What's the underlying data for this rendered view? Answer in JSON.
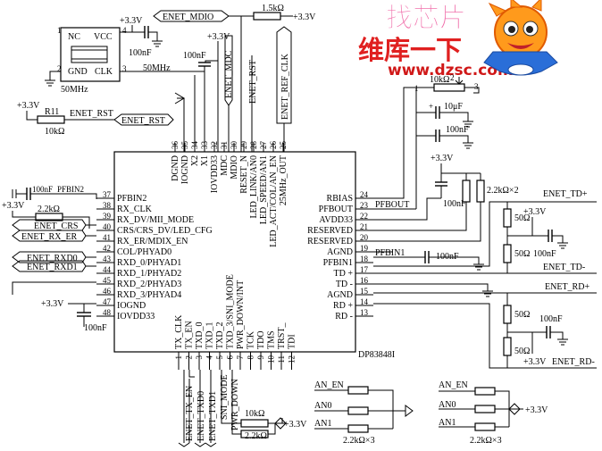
{
  "chip": {
    "name": "DP83848I",
    "left_pins": [
      {
        "num": "37",
        "label": "PFBIN2"
      },
      {
        "num": "38",
        "label": "RX_CLK"
      },
      {
        "num": "39",
        "label": "RX_DV/MII_MODE"
      },
      {
        "num": "40",
        "label": "CRS/CRS_DV/LED_CFG"
      },
      {
        "num": "41",
        "label": "RX_ER/MDIX_EN"
      },
      {
        "num": "42",
        "label": "COL/PHYAD0"
      },
      {
        "num": "43",
        "label": "RXD_0/PHYAD1"
      },
      {
        "num": "44",
        "label": "RXD_1/PHYAD2"
      },
      {
        "num": "45",
        "label": "RXD_2/PHYAD3"
      },
      {
        "num": "46",
        "label": "RXD_3/PHYAD4"
      },
      {
        "num": "47",
        "label": "IOGND"
      },
      {
        "num": "48",
        "label": "IOVDD33"
      }
    ],
    "right_pins": [
      {
        "num": "24",
        "label": "RBIAS"
      },
      {
        "num": "23",
        "label": "PFBOUT"
      },
      {
        "num": "22",
        "label": "AVDD33"
      },
      {
        "num": "21",
        "label": "RESERVED"
      },
      {
        "num": "20",
        "label": "RESERVED"
      },
      {
        "num": "19",
        "label": "AGND"
      },
      {
        "num": "18",
        "label": "PFBIN1"
      },
      {
        "num": "17",
        "label": "TD +"
      },
      {
        "num": "16",
        "label": "TD -"
      },
      {
        "num": "15",
        "label": "AGND"
      },
      {
        "num": "14",
        "label": "RD +"
      },
      {
        "num": "13",
        "label": "RD -"
      }
    ],
    "top_pins": [
      {
        "num": "36",
        "label": "DGND"
      },
      {
        "num": "35",
        "label": "IOGND"
      },
      {
        "num": "34",
        "label": "X2"
      },
      {
        "num": "33",
        "label": "X1"
      },
      {
        "num": "32",
        "label": "IOVDD33"
      },
      {
        "num": "31",
        "label": "MDC"
      },
      {
        "num": "30",
        "label": "MDIO"
      },
      {
        "num": "29",
        "label": "RESET_N"
      },
      {
        "num": "28",
        "label": "LED_LINK/AN0"
      },
      {
        "num": "27",
        "label": "LED_SPEED/AN1"
      },
      {
        "num": "26",
        "label": "LED_ACT/COL/AN_EN"
      },
      {
        "num": "25",
        "label": "25MHz_OUT"
      }
    ],
    "bottom_pins": [
      {
        "num": "1",
        "label": "TX_CLK"
      },
      {
        "num": "2",
        "label": "TX_EN"
      },
      {
        "num": "3",
        "label": "TXD_0"
      },
      {
        "num": "4",
        "label": "TXD_1"
      },
      {
        "num": "5",
        "label": "TXD_2"
      },
      {
        "num": "6",
        "label": "TXD_3/SNI_MODE"
      },
      {
        "num": "7",
        "label": "PWR_DOWN/INT"
      },
      {
        "num": "8",
        "label": "TCK"
      },
      {
        "num": "9",
        "label": "TDO"
      },
      {
        "num": "10",
        "label": "TMS"
      },
      {
        "num": "11",
        "label": "TRST_"
      },
      {
        "num": "12",
        "label": "TDI"
      }
    ]
  },
  "oscillator": {
    "pin1": "1",
    "pin2": "2",
    "pin3": "3",
    "pin4": "4",
    "nc": "NC",
    "vcc": "VCC",
    "gnd": "GND",
    "clk": "CLK",
    "freq_below": "50MHz",
    "freq_out": "50MHz",
    "cap": "100nF"
  },
  "net_labels": {
    "enet_mdio": "ENET_MDIO",
    "enet_mdc": "ENET_MDC",
    "enet_rst_v": "ENET_RST",
    "enet_ref_clk": "ENET_REF_CLK",
    "enet_rst": "ENET_RST",
    "enet_crs": "ENET_CRS",
    "enet_rx_er": "ENET_RX_ER",
    "enet_rxd0": "ENET_RXD0",
    "enet_rxd1": "ENET_RXD1",
    "enet_td_plus": "ENET_TD+",
    "enet_td_minus": "ENET_TD-",
    "enet_rd_plus": "ENET_RD+",
    "enet_rd_minus": "ENET_RD-",
    "enet_tx_en": "ENET_TX_EN",
    "enet_txd0": "ENET_TXD0",
    "enet_txd1": "ENET_TXD1",
    "sni_mode": "SNI_MODE",
    "pwr_down": "PWR_DOWN",
    "pfbout": "PFBOUT",
    "pfbin1": "PFBIN1",
    "pfbin2": "PFBIN2",
    "r11_net": "ENET_RST",
    "an_en": "AN_EN",
    "an0": "AN0",
    "an1": "AN1",
    "an_en_b": "AN_EN",
    "an0_b": "AN0",
    "an1_b": "AN1"
  },
  "components": {
    "vcc": "+3.3V",
    "r_top": "1.5kΩ",
    "r11": "R11",
    "r11_val": "10kΩ",
    "r_crs": "2.2kΩ",
    "pot": "10kΩ",
    "pot_pin1": "1",
    "pot_pin2": "2",
    "pot_pin3": "3",
    "c_10uf": "10μF",
    "c_100nf": "100nF",
    "r_pair": "2.2kΩ×2",
    "r50": "50Ω",
    "r_an": "2.2kΩ×3",
    "r_pd1": "10kΩ",
    "r_pd2": "2.2kΩ"
  },
  "watermark": {
    "title_cn": "维库一下",
    "url": "www.dzsc.com",
    "brand_cn": "找芯片"
  }
}
